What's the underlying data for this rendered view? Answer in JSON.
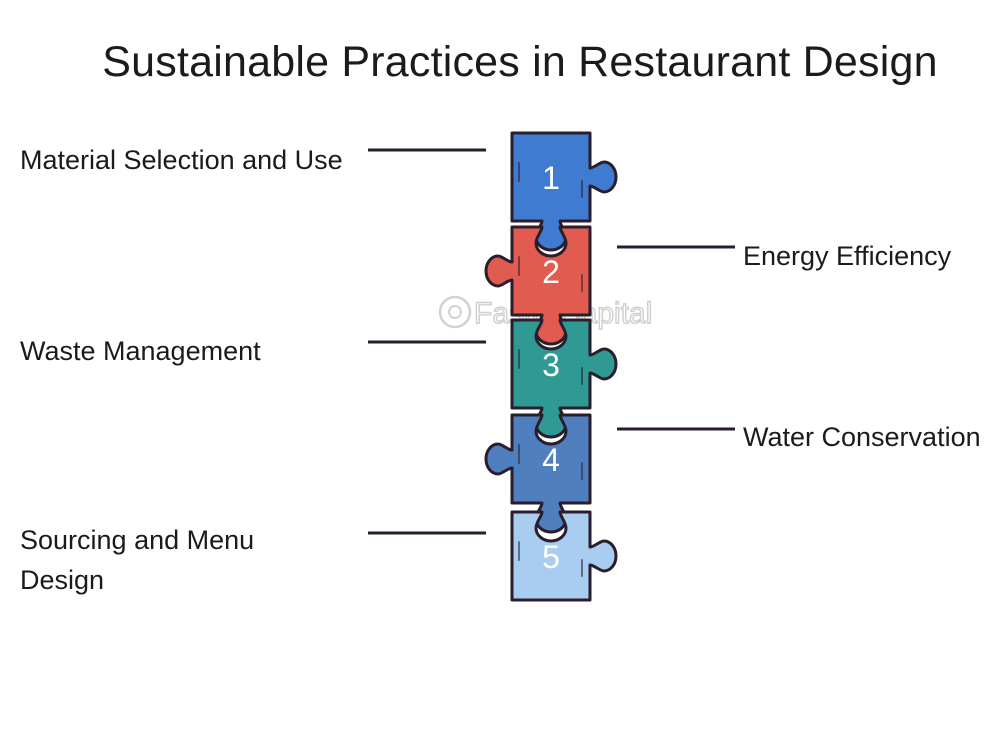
{
  "title": "Sustainable Practices in Restaurant Design",
  "watermark": "FasterCapital",
  "pieces": [
    {
      "number": "1",
      "label": "Material Selection and Use",
      "side": "left",
      "color": "#3f7bd1"
    },
    {
      "number": "2",
      "label": "Energy Efficiency",
      "side": "right",
      "color": "#e25b50"
    },
    {
      "number": "3",
      "label": "Waste Management",
      "side": "left",
      "color": "#2f9a93"
    },
    {
      "number": "4",
      "label": "Water Conservation",
      "side": "right",
      "color": "#4f7fbe"
    },
    {
      "number": "5",
      "label": "Sourcing and Menu Design",
      "side": "left",
      "color": "#a8cdf1"
    }
  ],
  "outline_color": "#2a1d2c"
}
